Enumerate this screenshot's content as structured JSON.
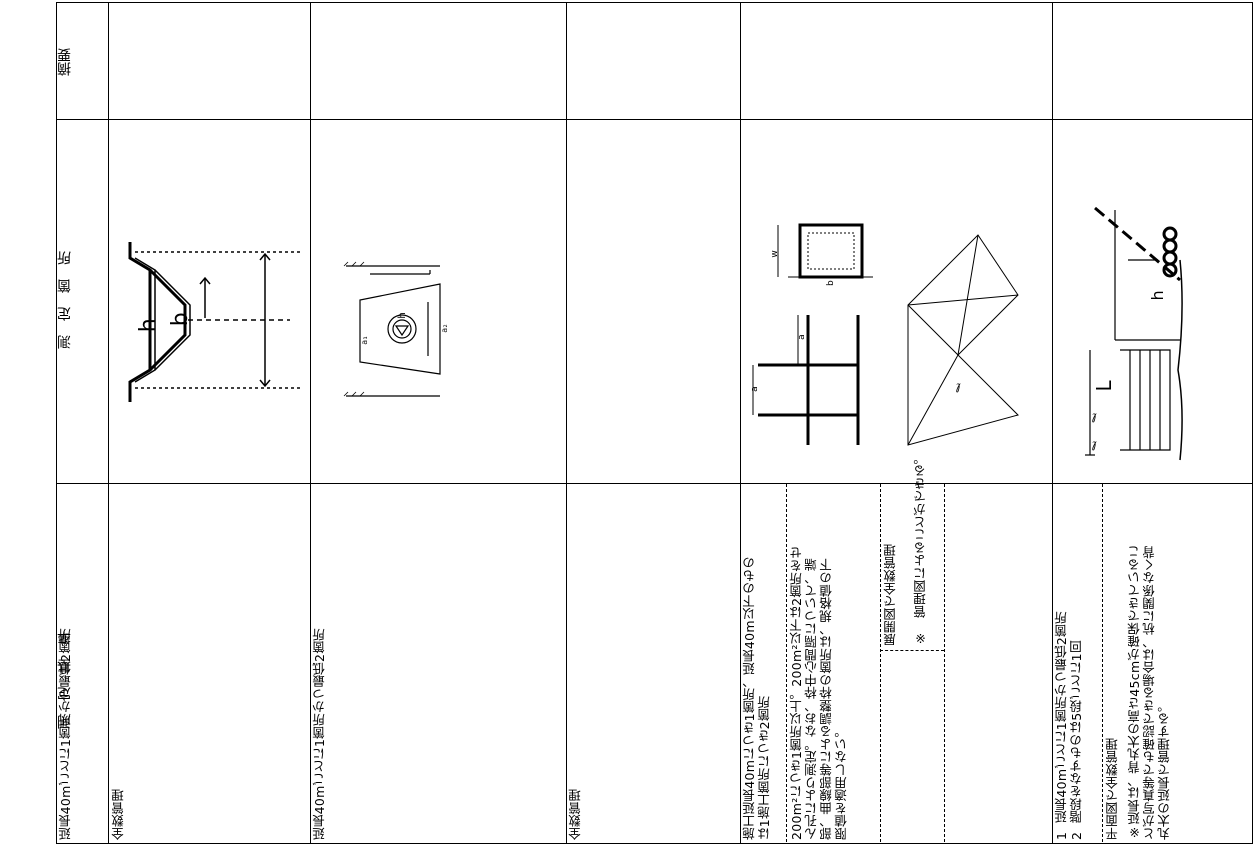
{
  "header": {
    "remarks": "摘要",
    "location": "測　定　箇　所",
    "standard": "測　定　基　準"
  },
  "rows": [
    {
      "standard_main": "延長40mごとに1箇所かつ最低2箇所",
      "standard_sub": "全数管理",
      "diagram_labels": [
        "b",
        "h"
      ]
    },
    {
      "standard_main": "延長40mごとに1箇所かつ最低2箇所",
      "diagram_labels": [
        "h",
        "a₁",
        "a₂"
      ]
    },
    {
      "standard_main": "全数管理"
    },
    {
      "standard_lines": [
        "施工延長40mにつき1箇所、延長40m以下のもの",
        "は1施工箇所につき2箇所"
      ],
      "note_lines": [
        "200m²につき1箇所以上。200m²以下は2箇所をせ",
        "ん孔により測定。なお、枠中心間隔について、端",
        "部、曲線部等による調整枠の箇所は、規格値の下",
        "限値を適用しない。"
      ],
      "item1": "展開図で全数管理",
      "item2": "※　管理図によることができる。",
      "diagram_labels": [
        "a",
        "a",
        "w",
        "b",
        "ℓ"
      ]
    },
    {
      "standard_lines": [
        "1  延長40mごとに1箇所かつ最低2箇所",
        "2  階段をなすものは5段ごとに1回"
      ],
      "item1": "平面図で全数管理",
      "note_lines": [
        "※延長は、背丸太の高さ45cmが確保できているこ",
        "とが写真等でも確認できる場合は、杭に関係なく背",
        "丸太の延長で管理する。"
      ],
      "diagram_labels": [
        "L",
        "ℓ",
        "ℓ",
        "h"
      ]
    }
  ]
}
